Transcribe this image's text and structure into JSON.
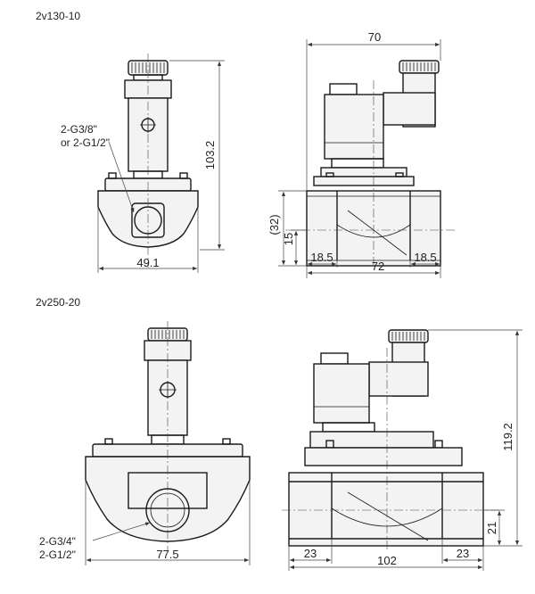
{
  "models": [
    {
      "name": "2v130-10",
      "port_label": [
        "2-G3/8\"",
        "or 2-G1/2\""
      ],
      "dims": {
        "height": "103.2",
        "front_width": "49.1",
        "side_length": "70",
        "side_height": "(32)",
        "pipe_center": "15",
        "body_length": "72",
        "port_left": "18.5",
        "port_right": "18.5"
      }
    },
    {
      "name": "2v250-20",
      "port_label": [
        "2-G3/4\"",
        "2-G1/2\""
      ],
      "dims": {
        "height": "119.2",
        "front_width": "77.5",
        "body_length": "102",
        "port_left": "23",
        "port_right": "23",
        "pipe_center": "21"
      }
    }
  ]
}
